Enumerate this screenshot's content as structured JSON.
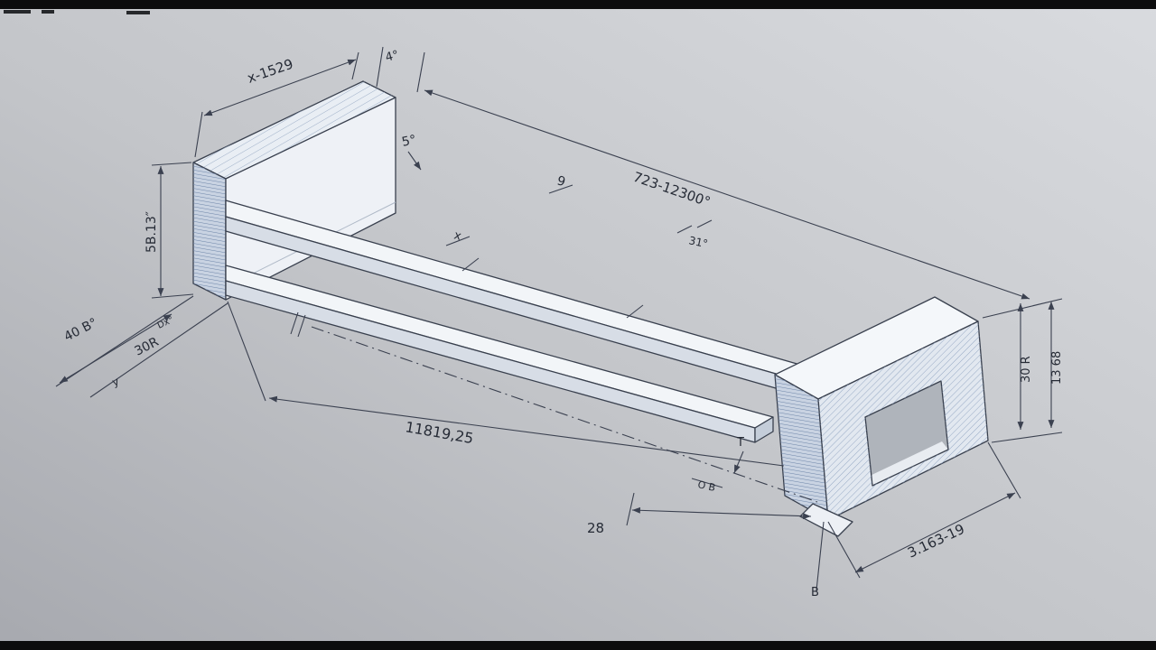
{
  "drawing": {
    "kind": "isometric-technical-drawing",
    "background_top": "#d8dade",
    "background_bottom": "#a9abb1",
    "line_color": "#3b4150",
    "face_white": "#eef1f6",
    "face_blue": "#c9d3e2",
    "labels": {
      "dim_width_top": "x-1529",
      "angle_top": "4°",
      "angle_mid": "5°",
      "dim_long_top": "723-12300°",
      "tick_nine": "9",
      "tick_x": "x",
      "angle_31": "31°",
      "dim_height_left": "5B.13″",
      "dim_40b": "40 B°",
      "dim_30r_left": "30R",
      "small_dx": "Dx°",
      "small_y": "y",
      "dim_length_bottom": "11819,25",
      "dim_28": "28",
      "label_t": "T",
      "label_ob": "O B",
      "label_b": "B",
      "dim_diag_right": "3.163-19",
      "dim_30r_right": "30 R",
      "dim_1368": "13 68"
    }
  }
}
